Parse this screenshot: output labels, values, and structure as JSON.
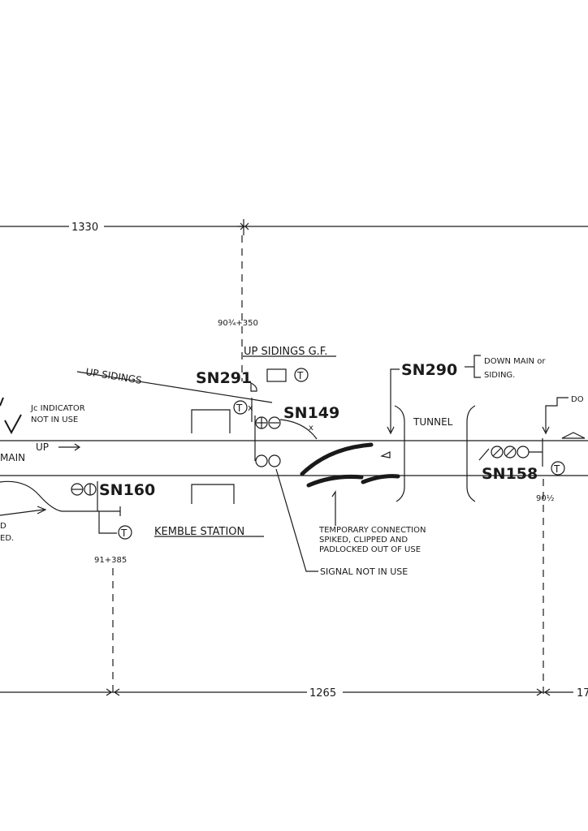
{
  "dimensions": {
    "top_chainage": "1330",
    "bottom_chainage": "1265",
    "bottom_right_partial": "17"
  },
  "mileages": {
    "up_sidings_gf": "90¾+350",
    "sn160_mileage": "91+385",
    "sn158_mileage": "90½"
  },
  "tracks": {
    "up_sidings": "UP SIDINGS",
    "main_partial": "MAIN",
    "up_direction": "UP"
  },
  "signals": {
    "sn291": "SN291",
    "sn149": "SN149",
    "sn290": "SN290",
    "sn160": "SN160",
    "sn158": "SN158"
  },
  "labels": {
    "up_sidings_gf": "UP SIDINGS G.F.",
    "jc_indicator_1": "Jc INDICATOR",
    "jc_indicator_2": "NOT IN USE",
    "down_main_1": "DOWN MAIN or",
    "down_main_2": "SIDING.",
    "do_partial": "DO",
    "tunnel": "TUNNEL",
    "kemble_station": "KEMBLE STATION",
    "temp_conn_1": "TEMPORARY CONNECTION",
    "temp_conn_2": "SPIKED, CLIPPED AND",
    "temp_conn_3": "PADLOCKED OUT OF USE",
    "signal_not_in_use": "SIGNAL NOT IN USE",
    "left_partial_1": "D",
    "left_partial_2": "ED.",
    "telephone": "T",
    "cross": "x"
  }
}
